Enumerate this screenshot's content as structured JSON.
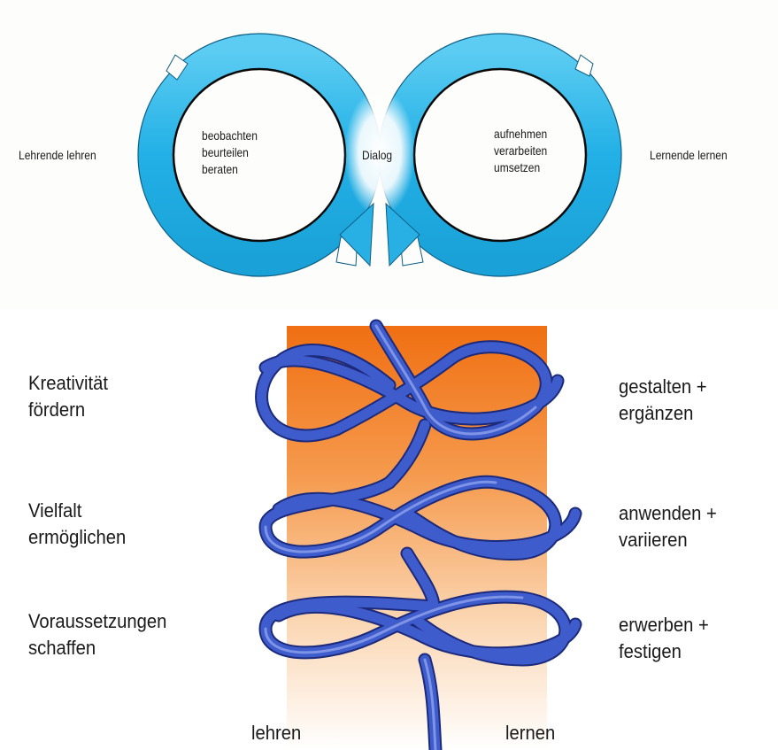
{
  "top_diagram": {
    "left_label": "Lehrende lehren",
    "right_label": "Lernende lernen",
    "center_label": "Dialog",
    "left_loop_lines": [
      "beobachten",
      "beurteilen",
      "beraten"
    ],
    "right_loop_lines": [
      "aufnehmen",
      "verarbeiten",
      "umsetzen"
    ]
  },
  "bottom_diagram": {
    "left_labels": [
      {
        "line1": "Kreativität",
        "line2": "fördern"
      },
      {
        "line1": "Vielfalt",
        "line2": "ermöglichen"
      },
      {
        "line1": "Voraussetzungen",
        "line2": "schaffen"
      }
    ],
    "right_labels": [
      {
        "line1": "gestalten +",
        "line2": "ergänzen"
      },
      {
        "line1": "anwenden +",
        "line2": "variieren"
      },
      {
        "line1": "erwerben +",
        "line2": "festigen"
      }
    ],
    "bottom_left": "lehren",
    "bottom_right": "lernen"
  },
  "colors": {
    "loop_cyan": "#2cb6e8",
    "loop_cyan_light": "#7fd6f5",
    "rope_blue": "#3d58c4",
    "rope_blue_dark": "#1f2f8a",
    "gradient_orange": "#f07a1e"
  }
}
